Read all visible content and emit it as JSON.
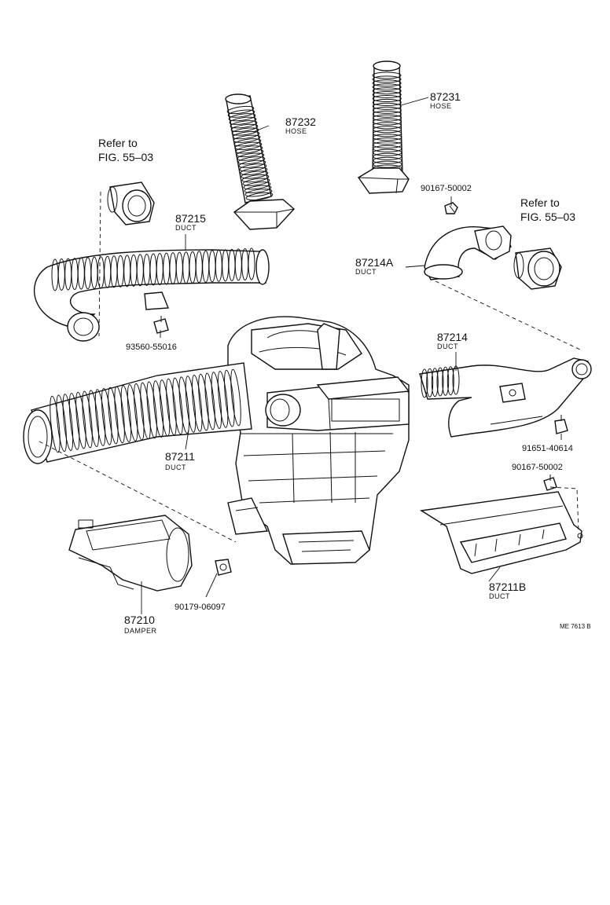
{
  "labels": {
    "refer_left_line1": "Refer to",
    "refer_left_line2": "FIG. 55–03",
    "refer_right_line1": "Refer to",
    "refer_right_line2": "FIG. 55–03",
    "p87232_num": "87232",
    "p87232_name": "HOSE",
    "p87231_num": "87231",
    "p87231_name": "HOSE",
    "p87215_num": "87215",
    "p87215_name": "DUCT",
    "p87214a_num": "87214A",
    "p87214a_name": "DUCT",
    "p87214_num": "87214",
    "p87214_name": "DUCT",
    "p87211_num": "87211",
    "p87211_name": "DUCT",
    "p87211b_num": "87211B",
    "p87211b_name": "DUCT",
    "p87210_num": "87210",
    "p87210_name": "DAMPER",
    "code_90167_top": "90167-50002",
    "code_90167_right": "90167-50002",
    "code_93560": "93560-55016",
    "code_91651": "91651-40614",
    "code_90179": "90179-06097",
    "figure_code": "ME 7613 B"
  }
}
